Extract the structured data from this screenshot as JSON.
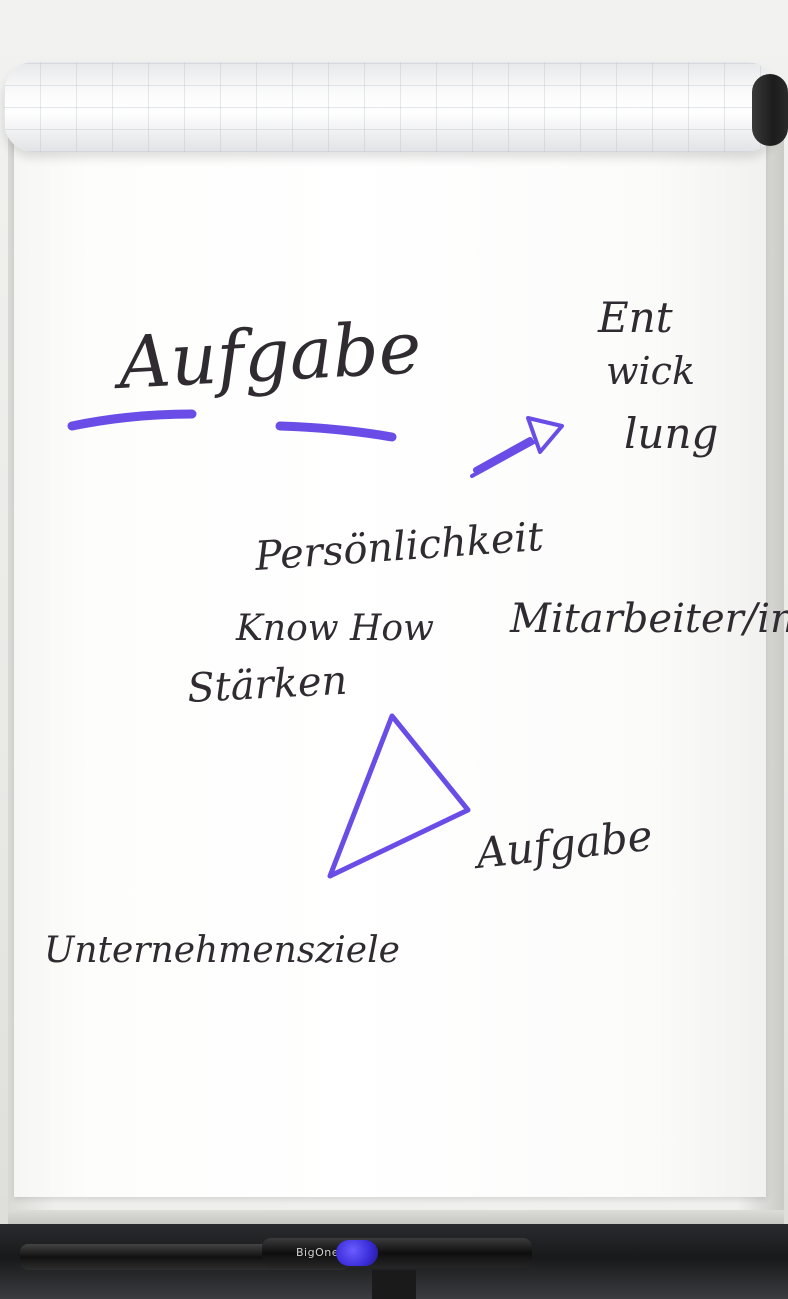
{
  "flipchart": {
    "title_word": "Aufgabe",
    "top_right_word_lines": [
      "Ent",
      "wick",
      "lung"
    ],
    "middle_list": [
      "Persönlichkeit",
      "Know How",
      "Stärken"
    ],
    "role_label": "Mitarbeiter/in",
    "triangle_label": "Aufgabe",
    "bottom_left_word": "Unternehmensziele"
  },
  "tray": {
    "marker_label": "BigOne"
  },
  "colors": {
    "ink_black": "#2f2b30",
    "ink_purple": "#6a4ce6",
    "paper": "#ffffff",
    "tray": "#1c1d1f"
  }
}
